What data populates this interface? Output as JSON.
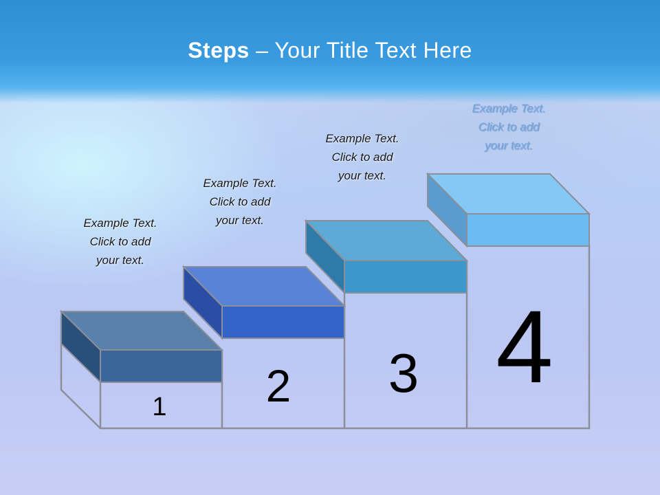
{
  "title": {
    "bold": "Steps",
    "rest": " – Your Title Text Here"
  },
  "steps": [
    {
      "number": "1",
      "caption": [
        "Example Text.",
        "Click  to add",
        "your text."
      ]
    },
    {
      "number": "2",
      "caption": [
        "Example Text.",
        "Click  to add",
        "your text."
      ]
    },
    {
      "number": "3",
      "caption": [
        "Example Text.",
        "Click  to add",
        "your text."
      ]
    },
    {
      "number": "4",
      "caption": [
        "Example Text.",
        "Click  to add",
        "your text."
      ]
    }
  ],
  "colors": {
    "step1": "#3a6699",
    "step2": "#3463c9",
    "step3": "#3b97cc",
    "step4": "#6cbcf2"
  }
}
